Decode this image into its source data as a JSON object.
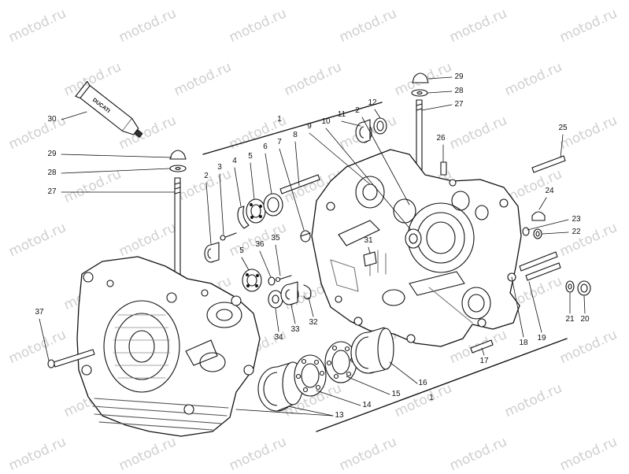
{
  "watermark": {
    "text": "motod.ru"
  },
  "sealant_tube": {
    "brand": "DUCATI"
  },
  "callouts": [
    {
      "label": "29"
    },
    {
      "label": "28"
    },
    {
      "label": "27"
    },
    {
      "label": "30"
    },
    {
      "label": "29"
    },
    {
      "label": "28"
    },
    {
      "label": "27"
    },
    {
      "label": "1"
    },
    {
      "label": "2"
    },
    {
      "label": "3"
    },
    {
      "label": "4"
    },
    {
      "label": "5"
    },
    {
      "label": "6"
    },
    {
      "label": "7"
    },
    {
      "label": "8"
    },
    {
      "label": "9"
    },
    {
      "label": "10"
    },
    {
      "label": "11"
    },
    {
      "label": "2"
    },
    {
      "label": "12"
    },
    {
      "label": "26"
    },
    {
      "label": "25"
    },
    {
      "label": "24"
    },
    {
      "label": "23"
    },
    {
      "label": "22"
    },
    {
      "label": "35"
    },
    {
      "label": "36"
    },
    {
      "label": "5"
    },
    {
      "label": "31"
    },
    {
      "label": "37"
    },
    {
      "label": "34"
    },
    {
      "label": "33"
    },
    {
      "label": "32"
    },
    {
      "label": "21"
    },
    {
      "label": "20"
    },
    {
      "label": "18"
    },
    {
      "label": "19"
    },
    {
      "label": "17"
    },
    {
      "label": "16"
    },
    {
      "label": "15"
    },
    {
      "label": "14"
    },
    {
      "label": "13"
    },
    {
      "label": "1"
    }
  ]
}
